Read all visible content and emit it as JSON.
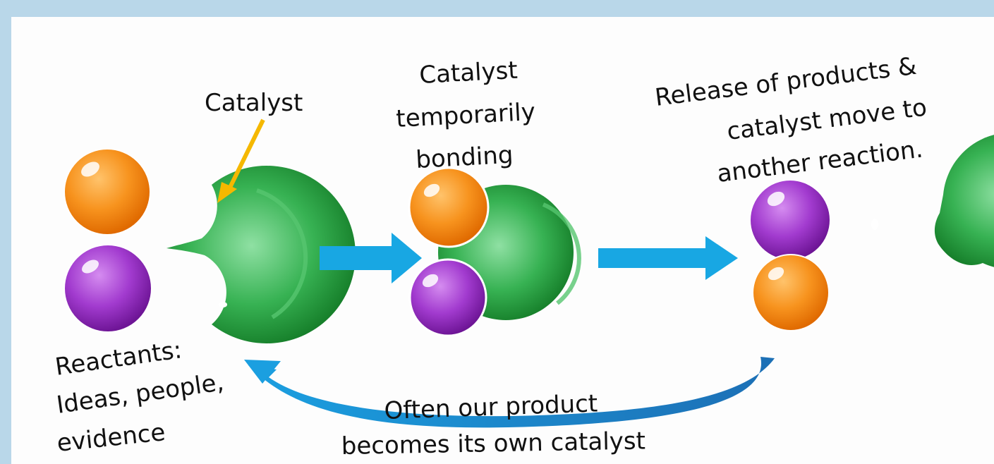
{
  "labels": {
    "catalyst": "Catalyst",
    "bonding": [
      "Catalyst",
      "temporarily",
      "bonding"
    ],
    "release": [
      "Release of products &",
      "catalyst move to",
      "another reaction."
    ],
    "reactants": [
      "Reactants:",
      "Ideas, people,",
      "evidence"
    ],
    "loop": [
      "Often our product",
      "becomes its own catalyst"
    ]
  },
  "colors": {
    "orange": "#f7931e",
    "purple": "#9b2fbf",
    "green": "#1e9a35",
    "arrow_blue": "#18a7e3",
    "pointer_yellow": "#f5b800",
    "frame": "#b9d7e9"
  }
}
